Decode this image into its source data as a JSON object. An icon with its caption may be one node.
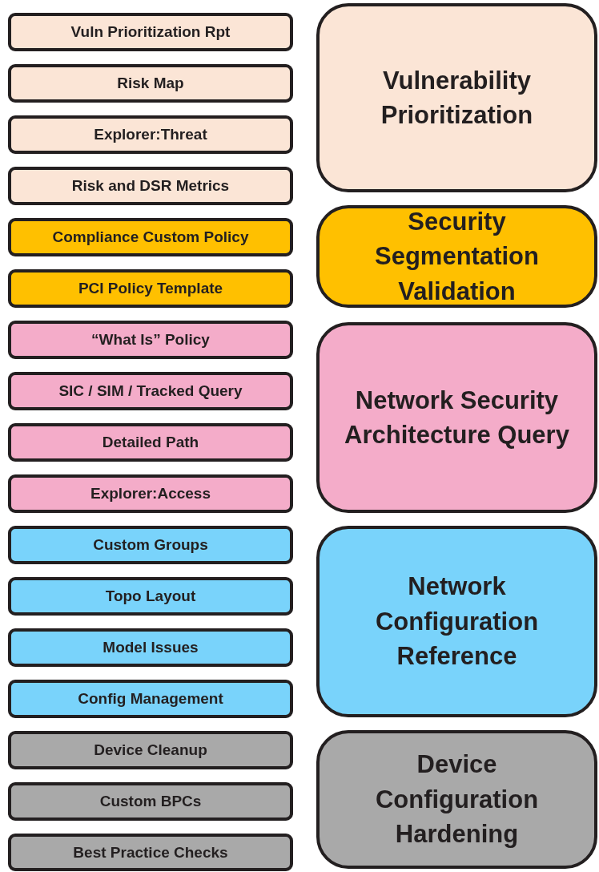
{
  "diagram": {
    "nodes": [
      {
        "text": [
          "Vuln Prioritization Rpt"
        ]
      },
      {
        "text": [
          "Risk Map"
        ]
      },
      {
        "text": [
          "Explorer:Threat"
        ]
      },
      {
        "text": [
          "Risk and DSR Metrics"
        ]
      },
      {
        "text": [
          "Vulnerability Prioritization"
        ]
      },
      {
        "text": [
          "Compliance Custom Policy"
        ]
      },
      {
        "text": [
          "PCI Policy Template"
        ]
      },
      {
        "text": [
          "Security Segmentation Validation"
        ]
      },
      {
        "text": [
          "“What Is” Policy"
        ]
      },
      {
        "text": [
          "SIC / SIM / Tracked Query"
        ]
      },
      {
        "text": [
          "Detailed Path"
        ]
      },
      {
        "text": [
          "Explorer:Access"
        ]
      },
      {
        "text": [
          "Network Security Architecture Query"
        ]
      },
      {
        "text": [
          "Custom Groups"
        ]
      },
      {
        "text": [
          "Topo Layout"
        ]
      },
      {
        "text": [
          "Model Issues"
        ]
      },
      {
        "text": [
          "Config Management"
        ]
      },
      {
        "text": [
          "Network Configuration Reference"
        ]
      },
      {
        "text": [
          "Device Cleanup"
        ]
      },
      {
        "text": [
          "Custom BPCs"
        ]
      },
      {
        "text": [
          "Best Practice Checks"
        ]
      },
      {
        "text": [
          "Device Configuration Hardening"
        ]
      }
    ],
    "edges": []
  }
}
